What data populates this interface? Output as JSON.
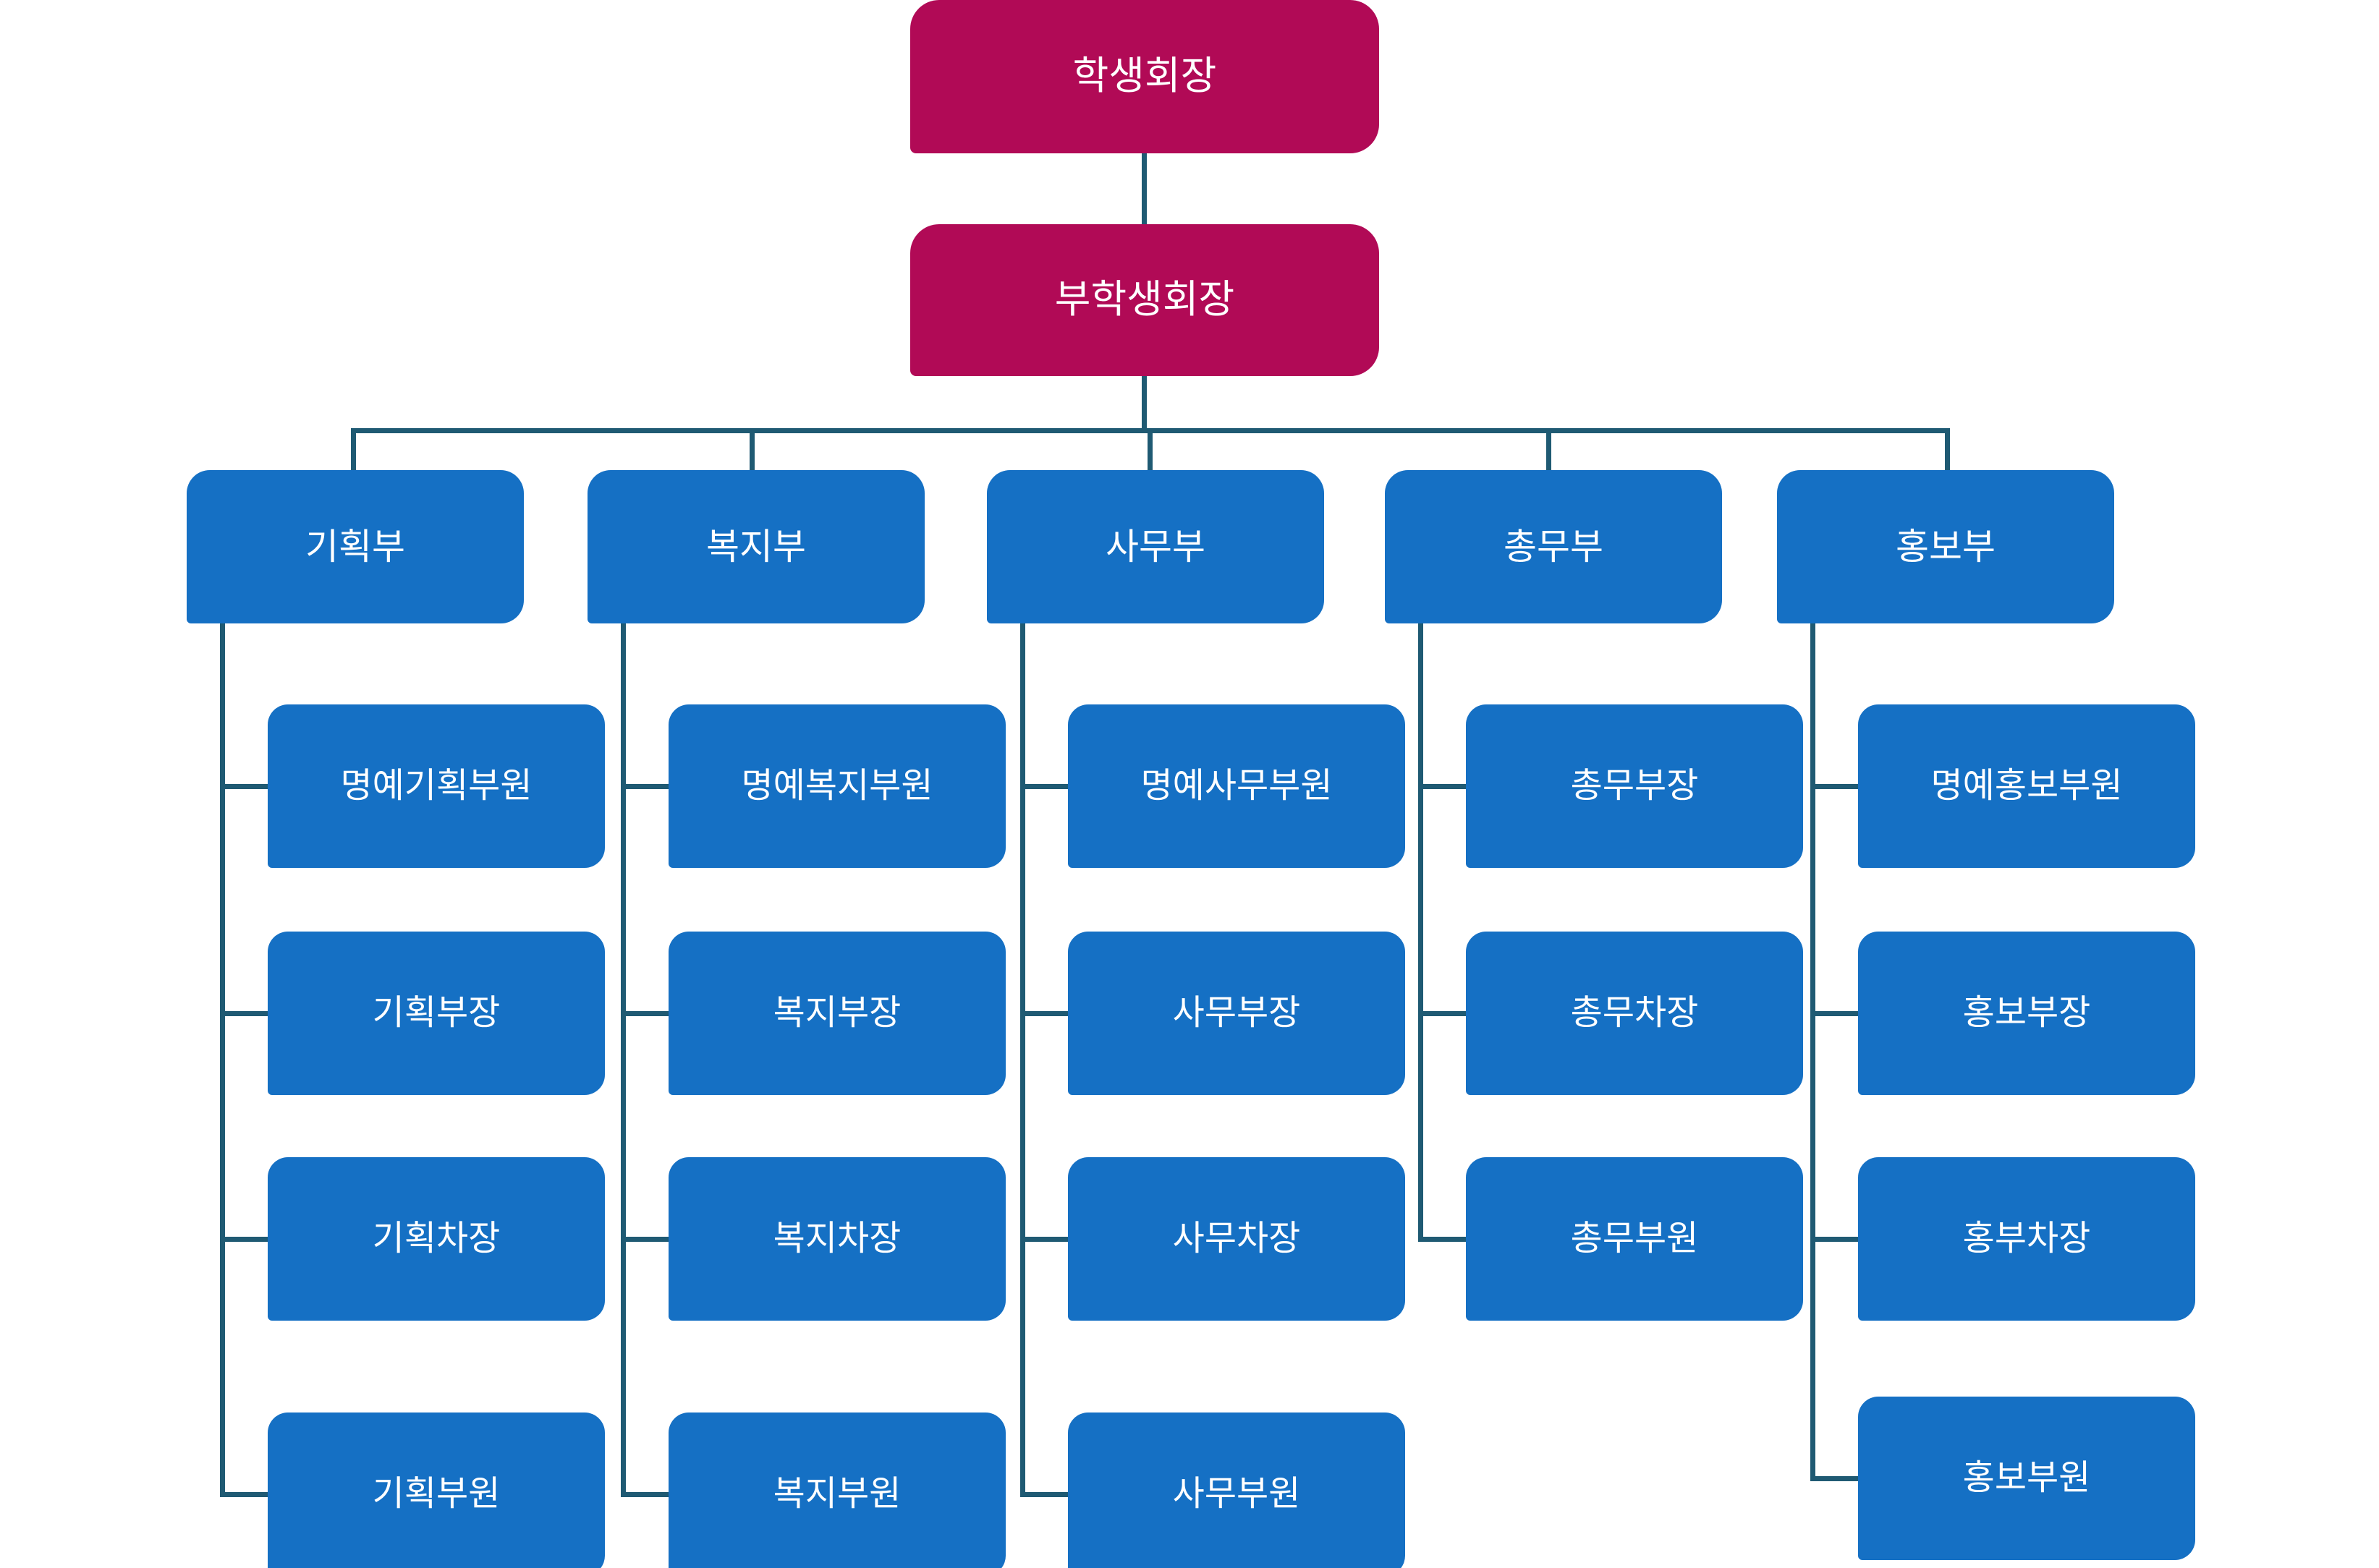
{
  "colors": {
    "executive": "#B10A56",
    "department": "#1570C4",
    "connector": "#1F5A73",
    "text": "#FFFFFF",
    "background": "#FFFFFF"
  },
  "executive": {
    "president": "학생회장",
    "vice_president": "부학생회장"
  },
  "departments": [
    {
      "name": "기획부",
      "roles": [
        "명예기획부원",
        "기획부장",
        "기획차장",
        "기획부원"
      ]
    },
    {
      "name": "복지부",
      "roles": [
        "명예복지부원",
        "복지부장",
        "복지차장",
        "복지부원"
      ]
    },
    {
      "name": "사무부",
      "roles": [
        "명예사무부원",
        "사무부장",
        "사무차장",
        "사무부원"
      ]
    },
    {
      "name": "총무부",
      "roles": [
        "총무부장",
        "총무차장",
        "총무부원"
      ]
    },
    {
      "name": "홍보부",
      "roles": [
        "명예홍보부원",
        "홍보부장",
        "홍부차장",
        "홍보부원"
      ]
    }
  ]
}
